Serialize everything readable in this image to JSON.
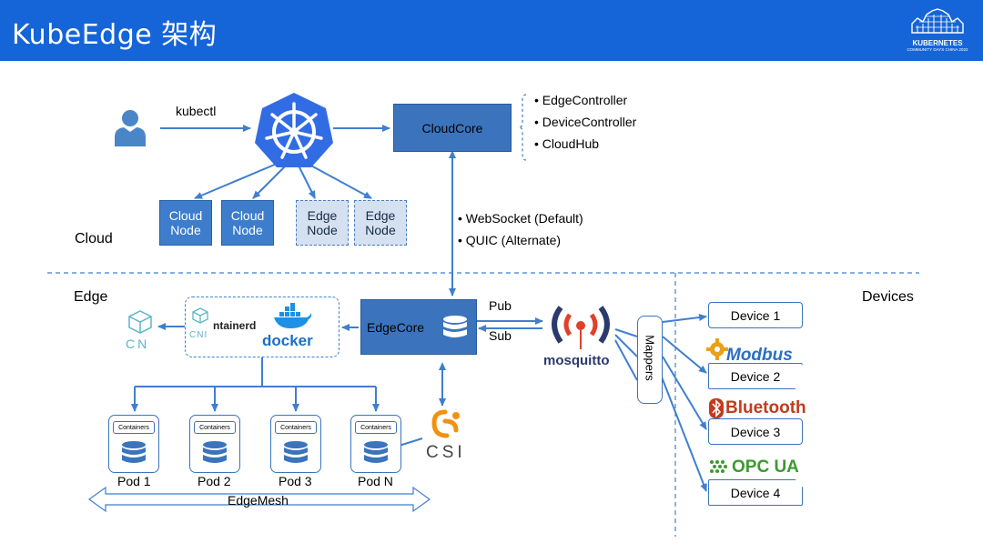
{
  "header": {
    "title": "KubeEdge 架构",
    "kcd_line1": "KUBERNETES",
    "kcd_line2": "COMMUNITY DAYS CHINA 2022"
  },
  "regions": {
    "cloud": "Cloud",
    "edge": "Edge",
    "devices": "Devices"
  },
  "cloud": {
    "kubectl": "kubectl",
    "cloudcore": "CloudCore",
    "modules": [
      "• EdgeController",
      "• DeviceController",
      "• CloudHub"
    ],
    "nodes": [
      {
        "line1": "Cloud",
        "line2": "Node"
      },
      {
        "line1": "Cloud",
        "line2": "Node"
      },
      {
        "line1": "Edge",
        "line2": "Node"
      },
      {
        "line1": "Edge",
        "line2": "Node"
      }
    ],
    "protocols": [
      "• WebSocket (Default)",
      "• QUIC (Alternate)"
    ]
  },
  "edge": {
    "edgecore": "EdgeCore",
    "pub": "Pub",
    "sub": "Sub",
    "mosquitto": "mosquitto",
    "mappers": "Mappers",
    "cn": "CN",
    "cni": "CNI",
    "containerd": "ntainerd",
    "docker": "docker",
    "csi": "CSI",
    "containers_label": "Containers",
    "pods": [
      "Pod 1",
      "Pod 2",
      "Pod 3",
      "Pod N"
    ],
    "edgemesh": "EdgeMesh"
  },
  "devices": {
    "items": [
      "Device 1",
      "Device 2",
      "Device 3",
      "Device 4"
    ],
    "modbus": "Modbus",
    "bluetooth": "Bluetooth",
    "opcua": "OPC UA"
  },
  "colors": {
    "header": "#1565d8",
    "accent": "#3b74bd",
    "arrow": "#3f7fcf",
    "csi": "#f0920f",
    "mosquitto_red": "#e0402b",
    "mosquitto_navy": "#2b3a6e",
    "modbus_orange": "#e8a11a",
    "bluetooth": "#c23b1e",
    "opc_green": "#3c9a2f"
  }
}
